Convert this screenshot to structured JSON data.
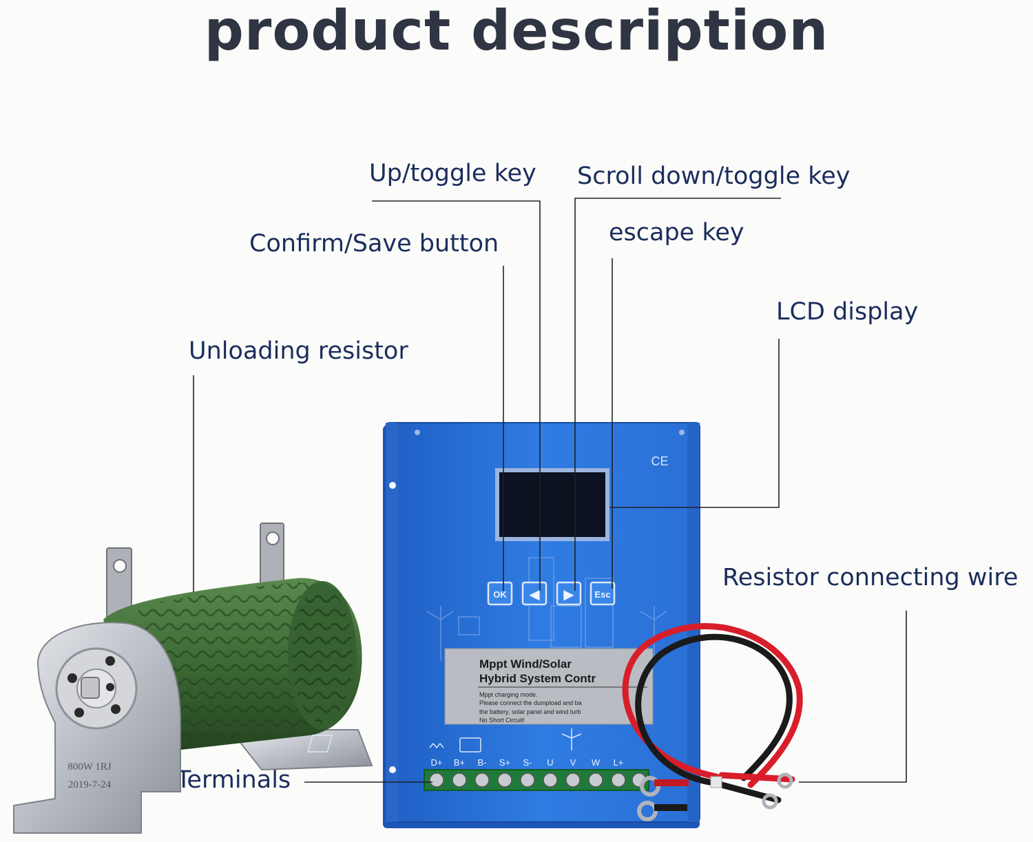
{
  "title": "product description",
  "callouts": {
    "up_toggle": "Up/toggle key",
    "scroll_down": "Scroll down/toggle key",
    "confirm_save": "Confirm/Save button",
    "escape": "escape key",
    "lcd": "LCD display",
    "unloading_resistor": "Unloading resistor",
    "resistor_wire": "Resistor connecting wire",
    "terminals": "Terminals"
  },
  "controller": {
    "ce_mark": "CE",
    "keys": [
      "OK",
      "◀",
      "▶",
      "Esc"
    ],
    "sticker_line1": "Mppt Wind/Solar",
    "sticker_line2": "Hybrid System Contr",
    "sticker_small": [
      "Mppt charging mode.",
      "Please connect the dumpload and ba",
      "the battery, solar panel and wind turb",
      "No Short Circuit!"
    ],
    "terminal_labels": [
      "D+",
      "B+",
      "B-",
      "S+",
      "S-",
      "U",
      "V",
      "W",
      "L+"
    ]
  },
  "resistor": {
    "stamp_line1": "800W 1RJ",
    "stamp_line2": "2019-7-24"
  },
  "colors": {
    "label_text": "#1b2d5c",
    "title_text": "#2f3542",
    "controller_blue": "#2f78dd",
    "resistor_green": "#3f6b38",
    "wire_red": "#d81e2a",
    "wire_black": "#1a1a1a"
  }
}
